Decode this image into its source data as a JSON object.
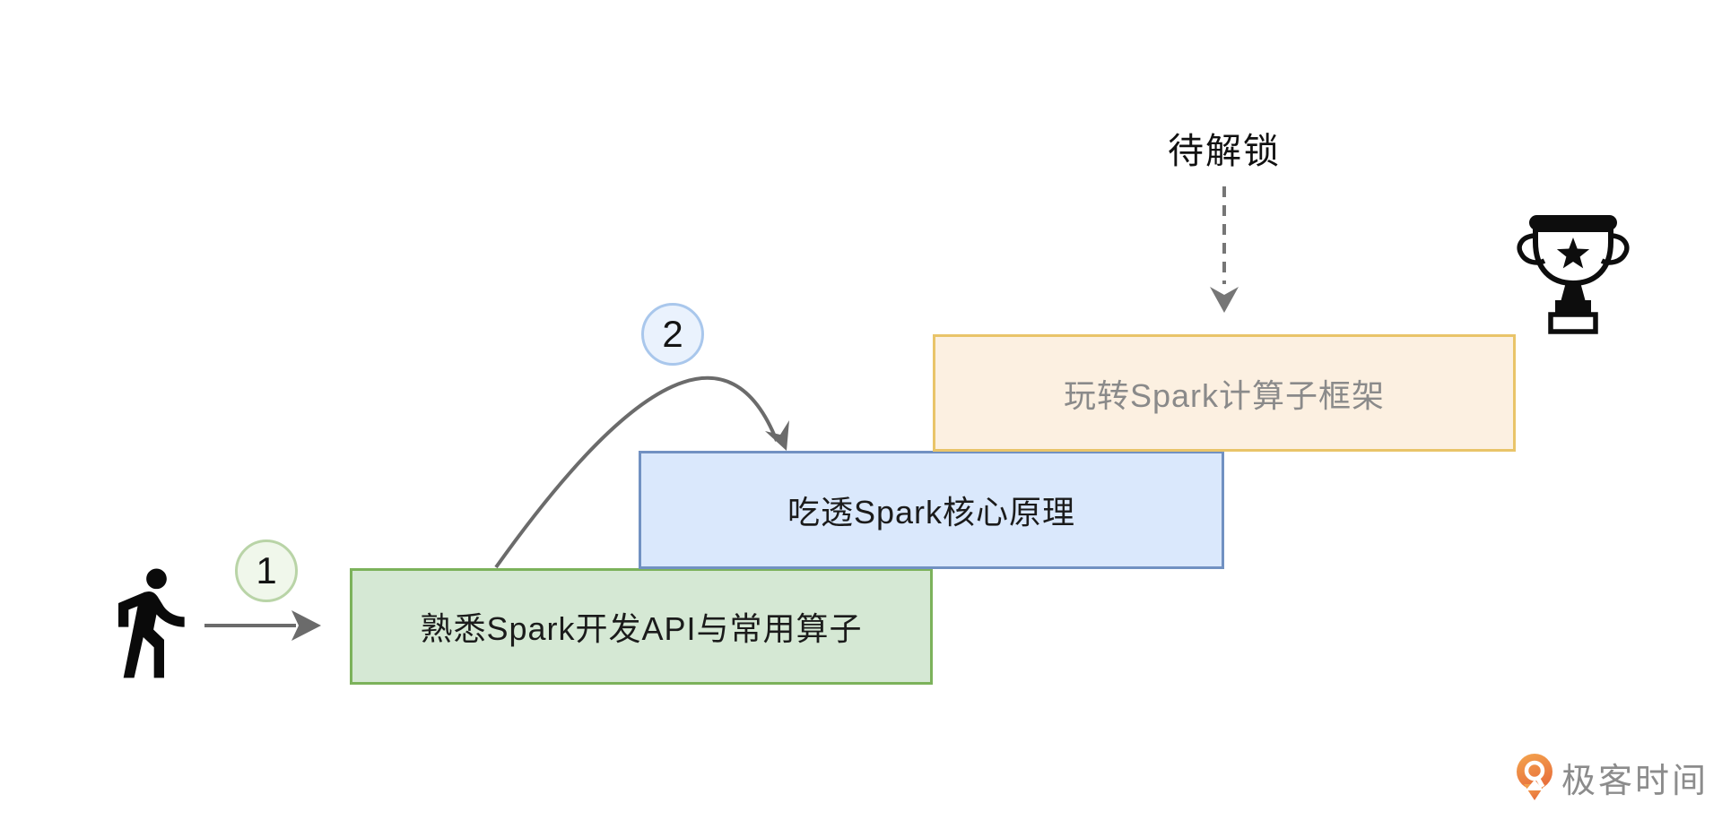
{
  "diagram": {
    "kind": "learning-path-staircase",
    "background": "#ffffff"
  },
  "steps": [
    {
      "label": "熟悉Spark开发API与常用算子",
      "status": "unlocked",
      "fill": "#d5e8d4",
      "border": "#7cb25b",
      "text_color": "#1b1b1b"
    },
    {
      "label": "吃透Spark核心原理",
      "status": "unlocked",
      "fill": "#dae8fc",
      "border": "#7191c2",
      "text_color": "#1b1b1b"
    },
    {
      "label": "玩转Spark计算子框架",
      "status": "locked",
      "fill": "#fcf0e1",
      "border": "#e9c469",
      "text_color": "#8a8a8a"
    }
  ],
  "badges": [
    {
      "label": "1",
      "fill": "#f0f7eb",
      "border": "#b9d4a7"
    },
    {
      "label": "2",
      "fill": "#eaf2fd",
      "border": "#a9c7ec"
    }
  ],
  "unlock_annotation": "待解锁",
  "connectors": [
    {
      "from": "walking-person",
      "to": "step-1",
      "style": "solid-arrow",
      "color": "#6b6b6b"
    },
    {
      "from": "step-1",
      "to": "step-2",
      "style": "curved-arrow",
      "color": "#6b6b6b"
    },
    {
      "from": "unlock-annotation",
      "to": "step-3",
      "style": "dashed-arrow",
      "color": "#767676"
    }
  ],
  "icons": {
    "start": "walking-person-icon",
    "goal": "trophy-icon",
    "brand": "geektime-logo-icon"
  },
  "brand": {
    "name": "极客时间",
    "text_color": "#8c8c8c",
    "icon_gradient_top": "#f3a24d",
    "icon_gradient_bottom": "#e76d3b"
  }
}
